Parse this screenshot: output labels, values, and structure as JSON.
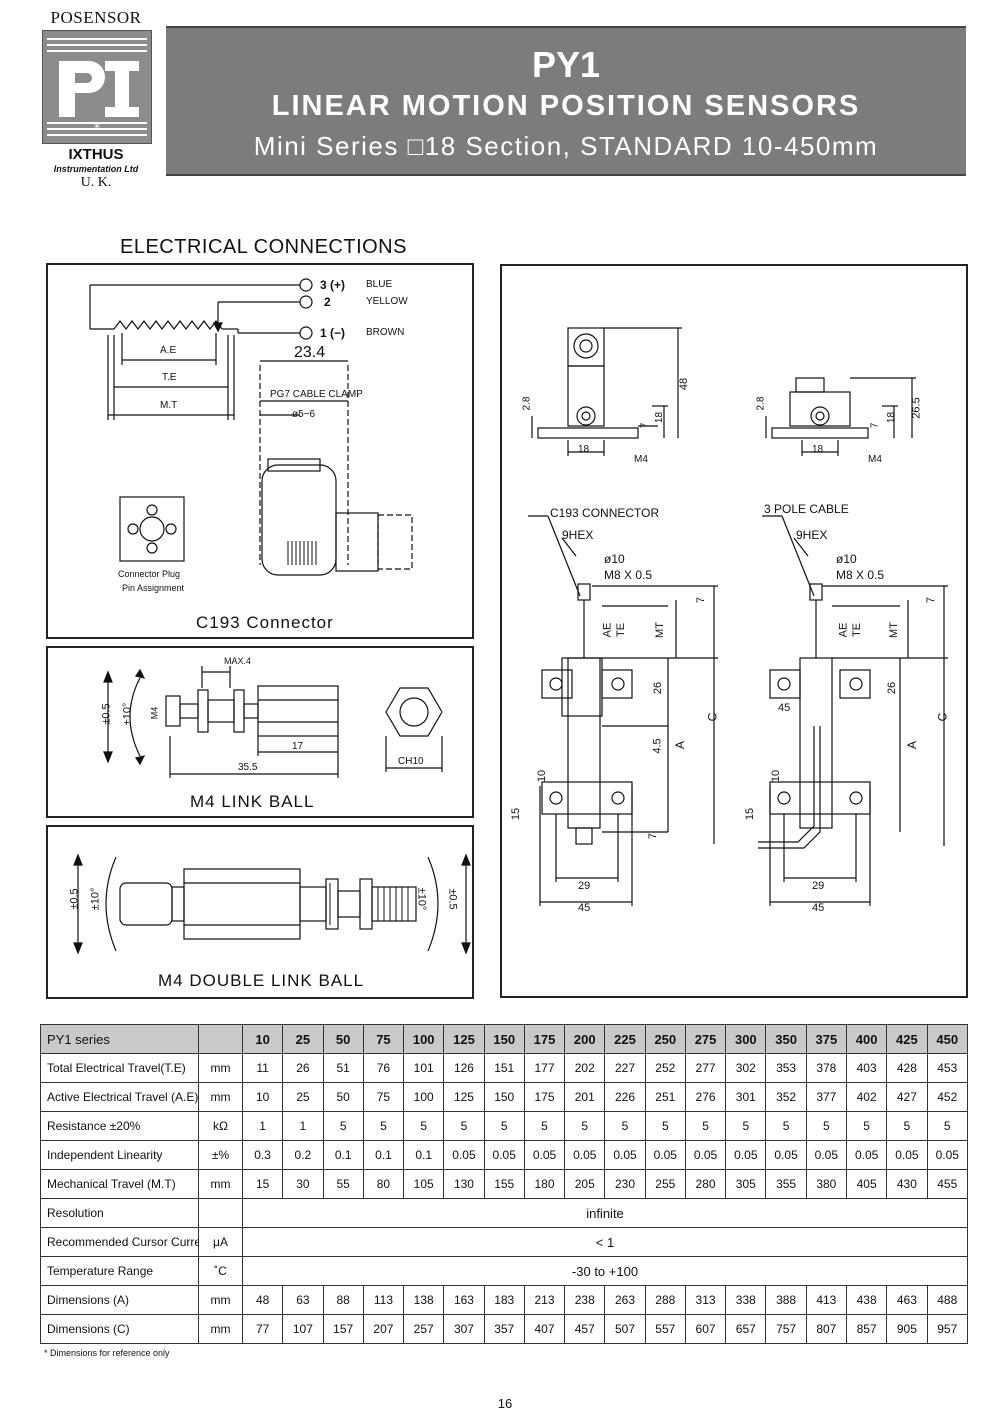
{
  "logo": {
    "company": "POSENSOR",
    "brand": "IXTHUS",
    "sub": "Instrumentation Ltd",
    "country": "U. K."
  },
  "banner": {
    "code": "PY1",
    "title": "LINEAR MOTION POSITION SENSORS",
    "subtitle": "Mini Series □18 Section, STANDARD 10-450mm"
  },
  "electrical": {
    "heading": "ELECTRICAL CONNECTIONS",
    "pins": [
      {
        "num": "3 (+)",
        "color": "BLUE"
      },
      {
        "num": "2",
        "color": "YELLOW"
      },
      {
        "num": "1 (−)",
        "color": "BROWN"
      }
    ],
    "ae": "A.E",
    "te": "T.E",
    "mt": "M.T",
    "dim_23_4": "23.4",
    "clamp": "PG7 CABLE CLAMP",
    "clamp_dia": "ø5~6",
    "plug_label_1": "Connector Plug",
    "plug_label_2": "Pin Assignment",
    "caption": "C193 Connector"
  },
  "linkball": {
    "caption": "M4 LINK BALL",
    "max4": "MAX.4",
    "m4": "M4",
    "d17": "17",
    "d35_5": "35.5",
    "ch10": "CH10",
    "pm05": "±0.5",
    "pm10": "±10°"
  },
  "doublelink": {
    "caption": "M4 DOUBLE LINK BALL",
    "pm05": "±0.5",
    "pm10": "±10°"
  },
  "dims": {
    "d2_8": "2.8",
    "d7": "7",
    "d18": "18",
    "d48": "48",
    "m4": "M4",
    "d26_5": "26.5",
    "c193": "C193 CONNECTOR",
    "pole3": "3 POLE CABLE",
    "hex": "9HEX",
    "dia10": "ø10",
    "m8": "M8 X 0.5",
    "ae": "AE",
    "te": "TE",
    "mt": "MT",
    "d26": "26",
    "d4_5": "4.5",
    "a": "A",
    "c": "C",
    "d45": "45",
    "d10": "10",
    "d15": "15",
    "d29": "29"
  },
  "spec": {
    "series_label": "PY1   series",
    "sizes": [
      "10",
      "25",
      "50",
      "75",
      "100",
      "125",
      "150",
      "175",
      "200",
      "225",
      "250",
      "275",
      "300",
      "350",
      "375",
      "400",
      "425",
      "450"
    ],
    "rows": [
      {
        "label": "Total Electrical Travel(T.E)",
        "unit": "mm",
        "values": [
          "11",
          "26",
          "51",
          "76",
          "101",
          "126",
          "151",
          "177",
          "202",
          "227",
          "252",
          "277",
          "302",
          "353",
          "378",
          "403",
          "428",
          "453"
        ]
      },
      {
        "label": "Active Electrical Travel (A.E)",
        "unit": "mm",
        "values": [
          "10",
          "25",
          "50",
          "75",
          "100",
          "125",
          "150",
          "175",
          "201",
          "226",
          "251",
          "276",
          "301",
          "352",
          "377",
          "402",
          "427",
          "452"
        ]
      },
      {
        "label": "Resistance ±20%",
        "unit": "kΩ",
        "values": [
          "1",
          "1",
          "5",
          "5",
          "5",
          "5",
          "5",
          "5",
          "5",
          "5",
          "5",
          "5",
          "5",
          "5",
          "5",
          "5",
          "5",
          "5"
        ]
      },
      {
        "label": "Independent Linearity",
        "unit": "±%",
        "values": [
          "0.3",
          "0.2",
          "0.1",
          "0.1",
          "0.1",
          "0.05",
          "0.05",
          "0.05",
          "0.05",
          "0.05",
          "0.05",
          "0.05",
          "0.05",
          "0.05",
          "0.05",
          "0.05",
          "0.05",
          "0.05"
        ]
      },
      {
        "label": "Mechanical Travel  (M.T)",
        "unit": "mm",
        "values": [
          "15",
          "30",
          "55",
          "80",
          "105",
          "130",
          "155",
          "180",
          "205",
          "230",
          "255",
          "280",
          "305",
          "355",
          "380",
          "405",
          "430",
          "455"
        ]
      },
      {
        "label": "Resolution",
        "unit": "",
        "span": "infinite"
      },
      {
        "label": "Recommended Cursor Current",
        "unit": "μA",
        "span": "< 1"
      },
      {
        "label": "Temperature Range",
        "unit": "˚C",
        "span": "-30 to +100"
      },
      {
        "label": "Dimensions (A)",
        "unit": "mm",
        "values": [
          "48",
          "63",
          "88",
          "113",
          "138",
          "163",
          "183",
          "213",
          "238",
          "263",
          "288",
          "313",
          "338",
          "388",
          "413",
          "438",
          "463",
          "488"
        ]
      },
      {
        "label": "Dimensions (C)",
        "unit": "mm",
        "values": [
          "77",
          "107",
          "157",
          "207",
          "257",
          "307",
          "357",
          "407",
          "457",
          "507",
          "557",
          "607",
          "657",
          "757",
          "807",
          "857",
          "905",
          "957"
        ]
      }
    ]
  },
  "footnote": "* Dimensions for reference only",
  "page_number": "16"
}
